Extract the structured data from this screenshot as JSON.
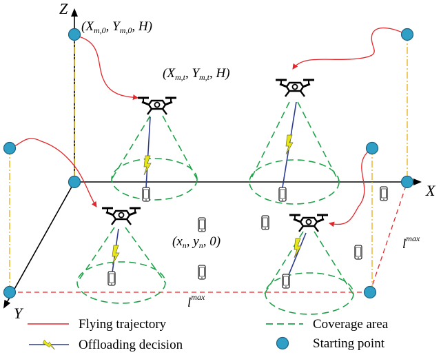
{
  "axes": {
    "x_label": "X",
    "y_label": "Y",
    "z_label": "Z"
  },
  "annotations": {
    "uav_start_coord": "(X m,0, Y m,0, H)",
    "uav_coord_t": "(X m,t, Y m,t, H)",
    "user_coord": "(x n, y n, 0)",
    "l_max_bottom": "l max",
    "l_max_right": "l max"
  },
  "legend": {
    "flying_trajectory": "Flying trajectory",
    "coverage_area": "Coverage area",
    "offloading_decision": "Offloading decision",
    "starting_point": "Starting point"
  },
  "colors": {
    "trajectory": "#e3262a",
    "coverage": "#1fa34a",
    "starting_point_fill": "#2f9fc6",
    "starting_point_stroke": "#1d5f80",
    "link": "#2b3a8c",
    "lightning": "#e6e61a",
    "z_axis_yellow": "#e8b320",
    "dash_red": "#e3262a"
  }
}
